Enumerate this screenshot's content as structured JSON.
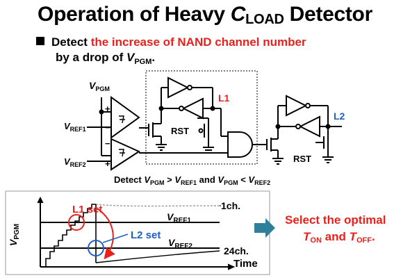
{
  "title": {
    "prefix": "Operation of Heavy ",
    "cap": "C",
    "sub": "LOAD",
    "suffix": " Detector"
  },
  "bullet": {
    "text_before": "Detect ",
    "highlight": "the increase of NAND channel number",
    "line2_before": "by a drop of ",
    "v": "V",
    "pgm": "PGM",
    "period": "."
  },
  "circuit": {
    "vpgm_v": "V",
    "vpgm_sub": "PGM",
    "vref1_v": "V",
    "vref1_sub": "REF1",
    "vref2_v": "V",
    "vref2_sub": "REF2",
    "plus": "+",
    "minus": "−",
    "rst1": "RST",
    "rst2": "RST",
    "l1": "L1",
    "l2": "L2",
    "cond_detect": "Detect ",
    "cond_gt": " > ",
    "cond_and": " and ",
    "cond_lt": " < "
  },
  "graph": {
    "ylabel_v": "V",
    "ylabel_sub": "PGM",
    "l1set": "L1 set",
    "l2set": "L2 set",
    "vref1_v": "V",
    "vref1_sub": "REF1",
    "vref2_v": "V",
    "vref2_sub": "REF2",
    "ch1": "1ch.",
    "ch24": "24ch.",
    "time": "Time"
  },
  "result": {
    "line1": "Select the optimal",
    "ton_t": "T",
    "ton_sub": "ON",
    "and": " and ",
    "toff_t": "T",
    "toff_sub": "OFF",
    "period": "."
  },
  "colors": {
    "red": "#e8211c",
    "blue": "#1f5fc2",
    "arrow": "#2e7f99"
  }
}
